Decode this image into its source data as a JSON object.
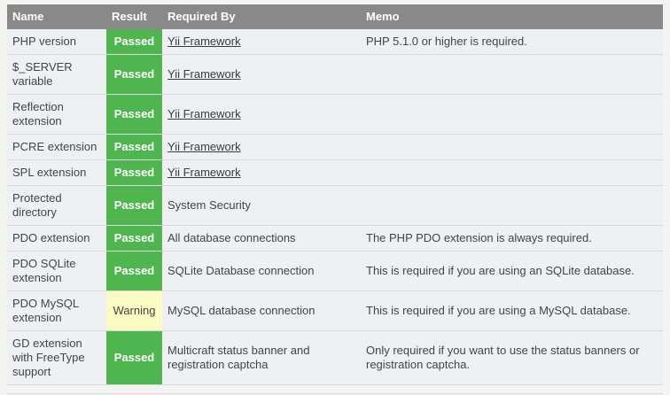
{
  "colors": {
    "page_bg": "#f4f4f2",
    "row_bg": "#eef0f3",
    "header_bg": "#898989",
    "header_text": "#ffffff",
    "body_text": "#444444",
    "border": "#d8dadc",
    "passed_bg": "#4fb54f",
    "passed_text": "#ffffff",
    "warning_bg": "#fbfbc4",
    "warning_text": "#444444",
    "link_text": "#3b3b3b"
  },
  "table": {
    "columns": [
      "Name",
      "Result",
      "Required By",
      "Memo"
    ],
    "rows": [
      {
        "name": "PHP version",
        "result": "Passed",
        "status": "passed",
        "required_by": "Yii Framework",
        "link": true,
        "memo": "PHP 5.1.0 or higher is required."
      },
      {
        "name": "$_SERVER variable",
        "result": "Passed",
        "status": "passed",
        "required_by": "Yii Framework",
        "link": true,
        "memo": ""
      },
      {
        "name": "Reflection extension",
        "result": "Passed",
        "status": "passed",
        "required_by": "Yii Framework",
        "link": true,
        "memo": ""
      },
      {
        "name": "PCRE extension",
        "result": "Passed",
        "status": "passed",
        "required_by": "Yii Framework",
        "link": true,
        "memo": ""
      },
      {
        "name": "SPL extension",
        "result": "Passed",
        "status": "passed",
        "required_by": "Yii Framework",
        "link": true,
        "memo": ""
      },
      {
        "name": "Protected directory",
        "result": "Passed",
        "status": "passed",
        "required_by": "System Security",
        "link": false,
        "memo": ""
      },
      {
        "name": "PDO extension",
        "result": "Passed",
        "status": "passed",
        "required_by": "All database connections",
        "link": false,
        "memo": "The PHP PDO extension is always required."
      },
      {
        "name": "PDO SQLite extension",
        "result": "Passed",
        "status": "passed",
        "required_by": "SQLite Database connection",
        "link": false,
        "memo": "This is required if you are using an SQLite database."
      },
      {
        "name": "PDO MySQL extension",
        "result": "Warning",
        "status": "warning",
        "required_by": "MySQL database connection",
        "link": false,
        "memo": "This is required if you are using a MySQL database."
      },
      {
        "name": "GD extension with FreeType support",
        "result": "Passed",
        "status": "passed",
        "required_by": "Multicraft status banner and registration captcha",
        "link": false,
        "memo": "Only required if you want to use the status banners or registration captcha."
      }
    ]
  }
}
